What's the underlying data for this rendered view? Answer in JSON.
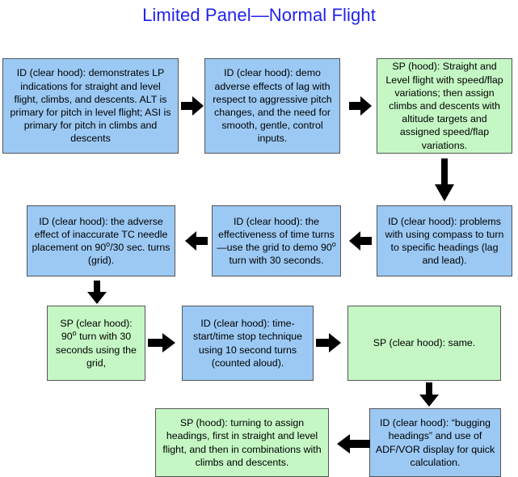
{
  "title": "Limited Panel—Normal Flight",
  "colors": {
    "title": "#2222ee",
    "blue_fill": "#9BC9F4",
    "green_fill": "#C4F7C4",
    "border": "#555555",
    "arrow": "#000000",
    "background": "#ffffff"
  },
  "nodes": [
    {
      "id": "n1",
      "row": 1,
      "kind": "blue",
      "text": "ID (clear hood): demonstrates LP indications for straight and level flight, climbs, and descents. ALT is primary for pitch in level flight; ASI is primary for pitch in climbs and descents"
    },
    {
      "id": "n2",
      "row": 1,
      "kind": "blue",
      "text": "ID (clear hood): demo adverse effects of lag with respect to aggressive pitch changes, and the need for smooth, gentle, control inputs."
    },
    {
      "id": "n3",
      "row": 1,
      "kind": "green",
      "text": "SP (hood): Straight and Level flight with speed/flap variations;  then assign climbs and descents with altitude targets and assigned speed/flap variations."
    },
    {
      "id": "n4",
      "row": 2,
      "kind": "blue",
      "text": "ID (clear hood): problems with using compass to turn to specific headings (lag and lead)."
    },
    {
      "id": "n5",
      "row": 2,
      "kind": "blue",
      "text": "ID (clear hood): the effectiveness of time turns—use the grid to demo 90° turn with 30 seconds."
    },
    {
      "id": "n6",
      "row": 2,
      "kind": "blue",
      "text": "ID (clear hood): the adverse effect of inaccurate TC needle placement on 90°/30 sec. turns (grid)."
    },
    {
      "id": "n7",
      "row": 3,
      "kind": "green",
      "text": "SP (clear hood): 90° turn with 30 seconds using the grid,"
    },
    {
      "id": "n8",
      "row": 3,
      "kind": "blue",
      "text": "ID (clear hood): time-start/time stop technique using 10 second turns (counted aloud)."
    },
    {
      "id": "n9",
      "row": 3,
      "kind": "green",
      "text": "SP (clear hood): same."
    },
    {
      "id": "n10",
      "row": 4,
      "kind": "blue",
      "text": "ID (clear hood): “bugging headings” and use of ADF/VOR display for quick calculation."
    },
    {
      "id": "n11",
      "row": 4,
      "kind": "green",
      "text": "SP (hood): turning to assign headings, first in straight and level flight, and then in combinations with climbs and descents."
    }
  ],
  "connectors": [
    {
      "id": "c1",
      "from": "n1",
      "to": "n2",
      "direction": "right"
    },
    {
      "id": "c2",
      "from": "n2",
      "to": "n3",
      "direction": "right"
    },
    {
      "id": "c3",
      "from": "n3",
      "to": "n4",
      "direction": "down"
    },
    {
      "id": "c4",
      "from": "n4",
      "to": "n5",
      "direction": "left"
    },
    {
      "id": "c5",
      "from": "n5",
      "to": "n6",
      "direction": "left"
    },
    {
      "id": "c6",
      "from": "n6",
      "to": "n7",
      "direction": "down"
    },
    {
      "id": "c7",
      "from": "n7",
      "to": "n8",
      "direction": "right"
    },
    {
      "id": "c8",
      "from": "n8",
      "to": "n9",
      "direction": "right"
    },
    {
      "id": "c9",
      "from": "n9",
      "to": "n10",
      "direction": "down"
    },
    {
      "id": "c10",
      "from": "n10",
      "to": "n11",
      "direction": "left"
    }
  ]
}
